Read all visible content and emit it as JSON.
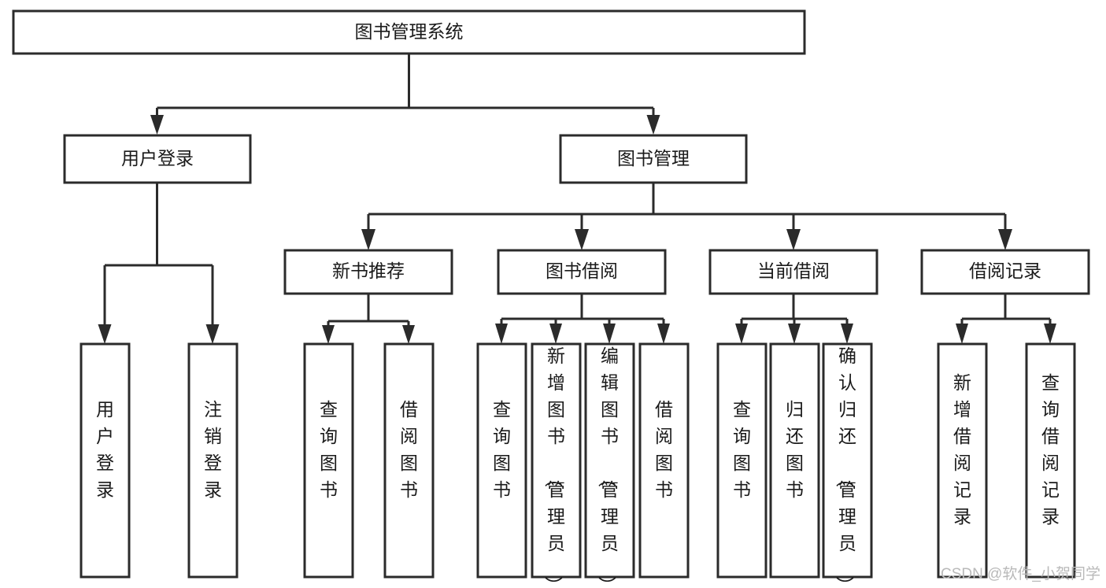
{
  "diagram": {
    "title": "图书管理系统",
    "type": "hierarchy-tree",
    "orientation": "top-down",
    "background_color": "#ffffff",
    "line_color": "#2b2b2b",
    "text_color": "#1a1a1a",
    "box_fill": "#ffffff"
  },
  "root": {
    "label": "图书管理系统"
  },
  "level2": [
    {
      "label": "用户登录"
    },
    {
      "label": "图书管理"
    }
  ],
  "level3": [
    {
      "label": "新书推荐"
    },
    {
      "label": "图书借阅"
    },
    {
      "label": "当前借阅"
    },
    {
      "label": "借阅记录"
    }
  ],
  "leaves": {
    "user_login": [
      {
        "label": "用户登录"
      },
      {
        "label": "注销登录"
      }
    ],
    "new_book_recommend": [
      {
        "label": "查询图书"
      },
      {
        "label": "借阅图书"
      }
    ],
    "book_borrow": [
      {
        "label": "查询图书"
      },
      {
        "label": "新增图书（管理员）"
      },
      {
        "label": "编辑图书（管理员）"
      },
      {
        "label": "借阅图书"
      }
    ],
    "current_borrow": [
      {
        "label": "查询图书"
      },
      {
        "label": "归还图书"
      },
      {
        "label": "确认归还（管理员）"
      }
    ],
    "borrow_record": [
      {
        "label": "新增借阅记录"
      },
      {
        "label": "查询借阅记录"
      }
    ]
  },
  "watermark": {
    "text": "CSDN @软件_小贺同学"
  },
  "chart_data": {
    "type": "table",
    "title": "图书管理系统",
    "nodes": [
      {
        "id": "root",
        "label": "图书管理系统",
        "level": 0,
        "parent": null
      },
      {
        "id": "n1",
        "label": "用户登录",
        "level": 1,
        "parent": "root"
      },
      {
        "id": "n2",
        "label": "图书管理",
        "level": 1,
        "parent": "root"
      },
      {
        "id": "n1a",
        "label": "用户登录",
        "level": 2,
        "parent": "n1"
      },
      {
        "id": "n1b",
        "label": "注销登录",
        "level": 2,
        "parent": "n1"
      },
      {
        "id": "n2a",
        "label": "新书推荐",
        "level": 2,
        "parent": "n2"
      },
      {
        "id": "n2b",
        "label": "图书借阅",
        "level": 2,
        "parent": "n2"
      },
      {
        "id": "n2c",
        "label": "当前借阅",
        "level": 2,
        "parent": "n2"
      },
      {
        "id": "n2d",
        "label": "借阅记录",
        "level": 2,
        "parent": "n2"
      },
      {
        "id": "n2a1",
        "label": "查询图书",
        "level": 3,
        "parent": "n2a"
      },
      {
        "id": "n2a2",
        "label": "借阅图书",
        "level": 3,
        "parent": "n2a"
      },
      {
        "id": "n2b1",
        "label": "查询图书",
        "level": 3,
        "parent": "n2b"
      },
      {
        "id": "n2b2",
        "label": "新增图书（管理员）",
        "level": 3,
        "parent": "n2b"
      },
      {
        "id": "n2b3",
        "label": "编辑图书（管理员）",
        "level": 3,
        "parent": "n2b"
      },
      {
        "id": "n2b4",
        "label": "借阅图书",
        "level": 3,
        "parent": "n2b"
      },
      {
        "id": "n2c1",
        "label": "查询图书",
        "level": 3,
        "parent": "n2c"
      },
      {
        "id": "n2c2",
        "label": "归还图书",
        "level": 3,
        "parent": "n2c"
      },
      {
        "id": "n2c3",
        "label": "确认归还（管理员）",
        "level": 3,
        "parent": "n2c"
      },
      {
        "id": "n2d1",
        "label": "新增借阅记录",
        "level": 3,
        "parent": "n2d"
      },
      {
        "id": "n2d2",
        "label": "查询借阅记录",
        "level": 3,
        "parent": "n2d"
      }
    ]
  }
}
